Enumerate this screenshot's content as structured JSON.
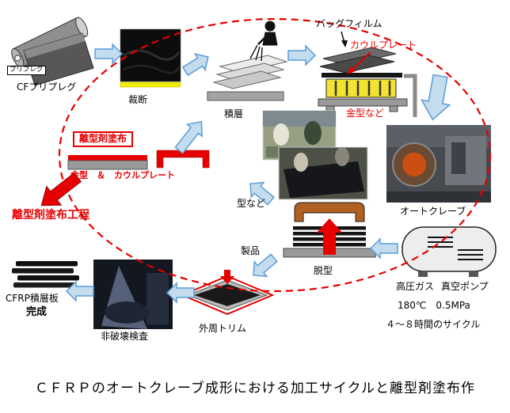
{
  "caption": "ＣＦＲＰのオートクレーブ成形における加工サイクルと離型剤塗布作",
  "colors": {
    "cycle_outline_red": "#e60000",
    "process_arrow_fill": "#c3dcee",
    "process_arrow_stroke": "#5b9bd5",
    "accent_red": "#e60000",
    "caul_plate_yellow": "#f2e330",
    "cut_strip_yellow": "#f2ef00"
  },
  "labels": {
    "prepreg_tag": "プリプレグ",
    "prepreg_roll": "CFプリプレグ",
    "cutting": "裁断",
    "layup": "積層",
    "bag_film": "バッグフィルム",
    "caul_plate": "カウルプレート",
    "mold_etc": "金型など",
    "autoclave": "オートクレーブ",
    "high_pressure_gas": "高圧ガス",
    "vacuum_pump": "真空ポンプ",
    "process_conditions": "180℃　0.5MPa",
    "cycle_time": "４～８時間のサイクル",
    "demolding": "脱型",
    "mold_return": "型など",
    "product": "製品",
    "perimeter_trim": "外周トリム",
    "ndt_inspection": "非破壊検査",
    "cfrp_laminate": "CFRP積層板",
    "complete": "完成",
    "release_agent_step": "離型剤塗布",
    "mold_and_caul_plate": "金型　＆　カウルプレート",
    "release_agent_process": "離型剤塗布工程"
  }
}
